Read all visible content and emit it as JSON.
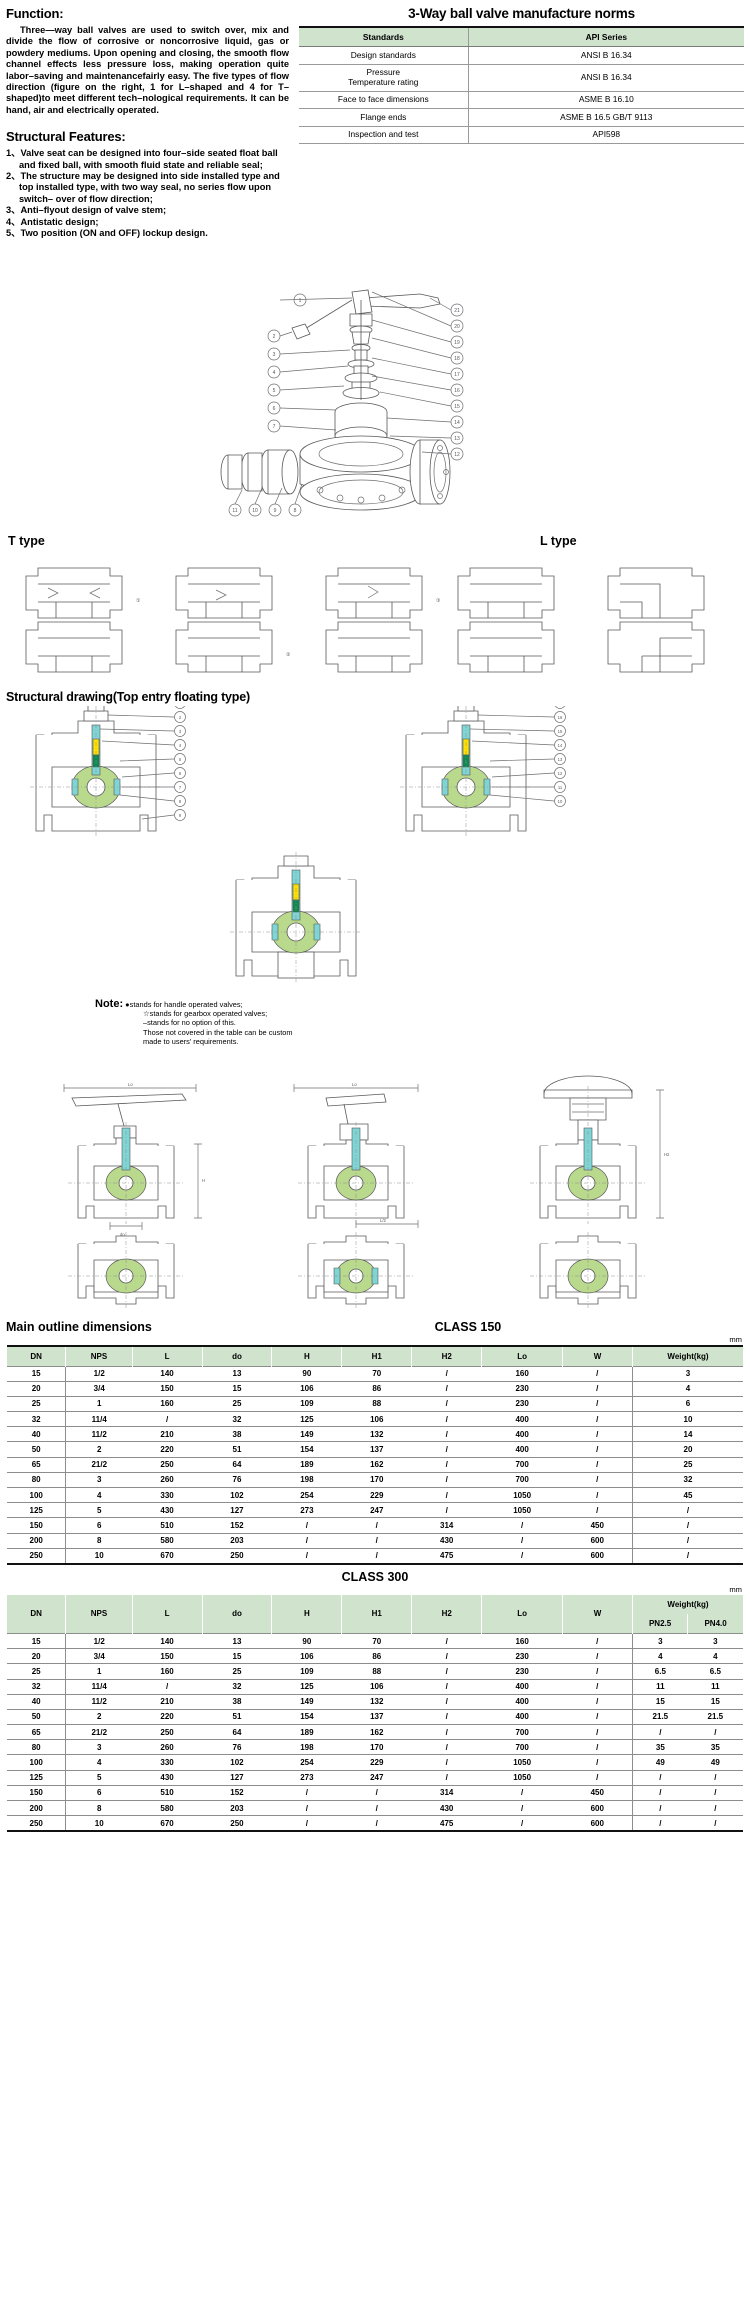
{
  "function": {
    "heading": "Function:",
    "body": "Three—way ball valves are used to switch over, mix and divide the flow of corrosive or noncorrosive liquid, gas or powdery mediums. Upon opening and closing, the smooth flow channel effects less pressure loss, making operation quite labor–saving and maintenancefairly easy. The five types of flow direction (figure on the right, 1 for L–shaped and 4 for T–shaped)to meet different tech–nological requirements. It can be hand, air and electrically operated."
  },
  "features": {
    "heading": "Structural Features:",
    "items": [
      "1、Valve seat can be designed into four–side seated float ball and fixed ball, with smooth fluid state and reliable seal;",
      "2、The structure may be designed into side installed type and top installed type, with two way seal, no series flow upon switch– over of flow direction;",
      "3、Anti–flyout design of valve stem;",
      "4、Antistatic design;",
      "5、Two position (ON and OFF) lockup design."
    ]
  },
  "norms": {
    "title": "3-Way ball valve manufacture norms",
    "columns": [
      "Standards",
      "API Series"
    ],
    "rows": [
      [
        "Design standards",
        "ANSI B 16.34"
      ],
      [
        "Pressure\nTemperature rating",
        "ANSI B 16.34"
      ],
      [
        "Face to face dimensions",
        "ASME B 16.10"
      ],
      [
        "Flange ends",
        "ASME B 16.5   GB/T 9113"
      ],
      [
        "Inspection and test",
        "API598"
      ]
    ]
  },
  "types": {
    "t_label": "T type",
    "l_label": "L type",
    "t_marks": [
      "①",
      "②",
      "③"
    ],
    "structural_drawing_heading": "Structural drawing(Top entry floating type)"
  },
  "note": {
    "title": "Note:",
    "line1": "●stands for handle operated valves;",
    "line2": "☆stands for gearbox operated valves;",
    "line3": "–stands for no option of this.",
    "line4": "Those not covered in the table can be custom",
    "line5": "made to users' requirements."
  },
  "dimensions": {
    "heading": "Main outline dimensions",
    "class150_title": "CLASS 150",
    "class300_title": "CLASS 300",
    "unit": "mm",
    "columns": [
      "DN",
      "NPS",
      "L",
      "do",
      "H",
      "H1",
      "H2",
      "Lo",
      "W",
      "Weight(kg)"
    ],
    "weight_subcols": [
      "PN2.5",
      "PN4.0"
    ],
    "class150_rows": [
      [
        "15",
        "1/2",
        "140",
        "13",
        "90",
        "70",
        "/",
        "160",
        "/",
        "3"
      ],
      [
        "20",
        "3/4",
        "150",
        "15",
        "106",
        "86",
        "/",
        "230",
        "/",
        "4"
      ],
      [
        "25",
        "1",
        "160",
        "25",
        "109",
        "88",
        "/",
        "230",
        "/",
        "6"
      ],
      [
        "32",
        "11/4",
        "/",
        "32",
        "125",
        "106",
        "/",
        "400",
        "/",
        "10"
      ],
      [
        "40",
        "11/2",
        "210",
        "38",
        "149",
        "132",
        "/",
        "400",
        "/",
        "14"
      ],
      [
        "50",
        "2",
        "220",
        "51",
        "154",
        "137",
        "/",
        "400",
        "/",
        "20"
      ],
      [
        "65",
        "21/2",
        "250",
        "64",
        "189",
        "162",
        "/",
        "700",
        "/",
        "25"
      ],
      [
        "80",
        "3",
        "260",
        "76",
        "198",
        "170",
        "/",
        "700",
        "/",
        "32"
      ],
      [
        "100",
        "4",
        "330",
        "102",
        "254",
        "229",
        "/",
        "1050",
        "/",
        "45"
      ],
      [
        "125",
        "5",
        "430",
        "127",
        "273",
        "247",
        "/",
        "1050",
        "/",
        "/"
      ],
      [
        "150",
        "6",
        "510",
        "152",
        "/",
        "/",
        "314",
        "/",
        "450",
        "/"
      ],
      [
        "200",
        "8",
        "580",
        "203",
        "/",
        "/",
        "430",
        "/",
        "600",
        "/"
      ],
      [
        "250",
        "10",
        "670",
        "250",
        "/",
        "/",
        "475",
        "/",
        "600",
        "/"
      ]
    ],
    "class300_rows": [
      [
        "15",
        "1/2",
        "140",
        "13",
        "90",
        "70",
        "/",
        "160",
        "/",
        "3",
        "3"
      ],
      [
        "20",
        "3/4",
        "150",
        "15",
        "106",
        "86",
        "/",
        "230",
        "/",
        "4",
        "4"
      ],
      [
        "25",
        "1",
        "160",
        "25",
        "109",
        "88",
        "/",
        "230",
        "/",
        "6.5",
        "6.5"
      ],
      [
        "32",
        "11/4",
        "/",
        "32",
        "125",
        "106",
        "/",
        "400",
        "/",
        "11",
        "11"
      ],
      [
        "40",
        "11/2",
        "210",
        "38",
        "149",
        "132",
        "/",
        "400",
        "/",
        "15",
        "15"
      ],
      [
        "50",
        "2",
        "220",
        "51",
        "154",
        "137",
        "/",
        "400",
        "/",
        "21.5",
        "21.5"
      ],
      [
        "65",
        "21/2",
        "250",
        "64",
        "189",
        "162",
        "/",
        "700",
        "/",
        "/",
        "/"
      ],
      [
        "80",
        "3",
        "260",
        "76",
        "198",
        "170",
        "/",
        "700",
        "/",
        "35",
        "35"
      ],
      [
        "100",
        "4",
        "330",
        "102",
        "254",
        "229",
        "/",
        "1050",
        "/",
        "49",
        "49"
      ],
      [
        "125",
        "5",
        "430",
        "127",
        "273",
        "247",
        "/",
        "1050",
        "/",
        "/",
        "/"
      ],
      [
        "150",
        "6",
        "510",
        "152",
        "/",
        "/",
        "314",
        "/",
        "450",
        "/",
        "/"
      ],
      [
        "200",
        "8",
        "580",
        "203",
        "/",
        "/",
        "430",
        "/",
        "600",
        "/",
        "/"
      ],
      [
        "250",
        "10",
        "670",
        "250",
        "/",
        "/",
        "475",
        "/",
        "600",
        "/",
        "/"
      ]
    ]
  },
  "callouts": {
    "exploded": [
      "1",
      "2",
      "3",
      "4",
      "5",
      "6",
      "7",
      "8",
      "9",
      "10",
      "11",
      "12",
      "13",
      "14",
      "15",
      "16",
      "17",
      "18",
      "19",
      "20",
      "21"
    ],
    "left_drawing": [
      "1",
      "2",
      "3",
      "4",
      "5",
      "6",
      "7",
      "8",
      "9"
    ],
    "right_drawing": [
      "10",
      "11",
      "12",
      "13",
      "14",
      "15",
      "16",
      "17"
    ]
  },
  "dimlabels": {
    "Lo": "Lo",
    "H": "H",
    "do": "do",
    "H1": "H1",
    "H2": "H2",
    "L": "L",
    "L2": "L/2",
    "W": "W"
  },
  "colors": {
    "header_green": "#cfe3cd",
    "ball_green": "#b9d98c",
    "seal_cyan": "#7fd4d4",
    "stem_yellow": "#ffe000",
    "packing_green": "#0e8a4f"
  }
}
